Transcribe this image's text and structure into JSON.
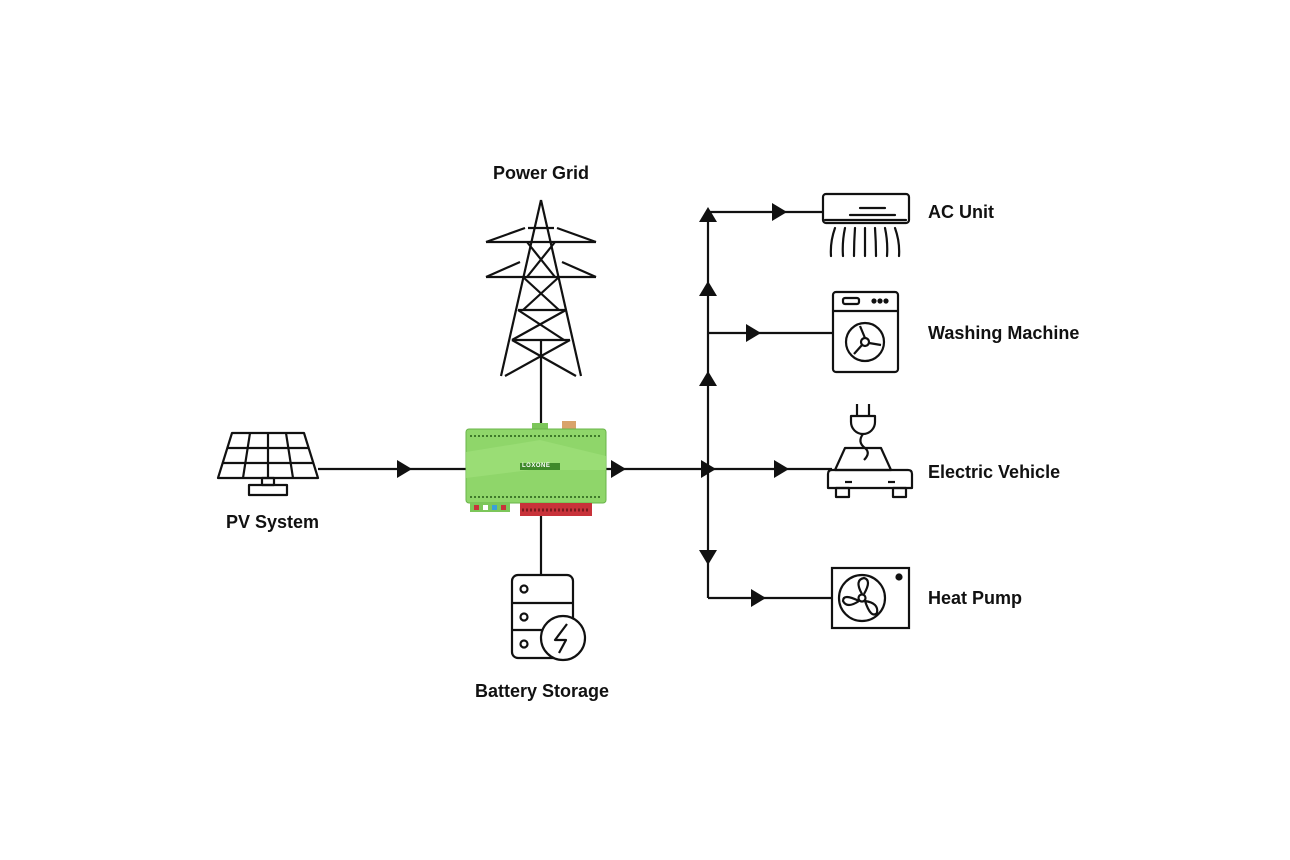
{
  "diagram": {
    "nodes": {
      "power_grid": {
        "label": "Power Grid",
        "icon": "power-pylon-icon"
      },
      "pv_system": {
        "label": "PV System",
        "icon": "solar-panel-icon"
      },
      "battery_storage": {
        "label": "Battery Storage",
        "icon": "battery-storage-icon"
      },
      "controller": {
        "brand": "LOXONE",
        "icon": "miniserver-controller-icon",
        "color": "#8fd66a"
      },
      "ac_unit": {
        "label": "AC Unit",
        "icon": "air-conditioner-icon"
      },
      "washing_machine": {
        "label": "Washing Machine",
        "icon": "washing-machine-icon"
      },
      "electric_vehicle": {
        "label": "Electric Vehicle",
        "icon": "electric-car-icon"
      },
      "heat_pump": {
        "label": "Heat Pump",
        "icon": "heat-pump-icon"
      }
    },
    "colors": {
      "line": "#111111",
      "controller_green": "#8fd66a",
      "terminal_red": "#c8323a"
    }
  }
}
